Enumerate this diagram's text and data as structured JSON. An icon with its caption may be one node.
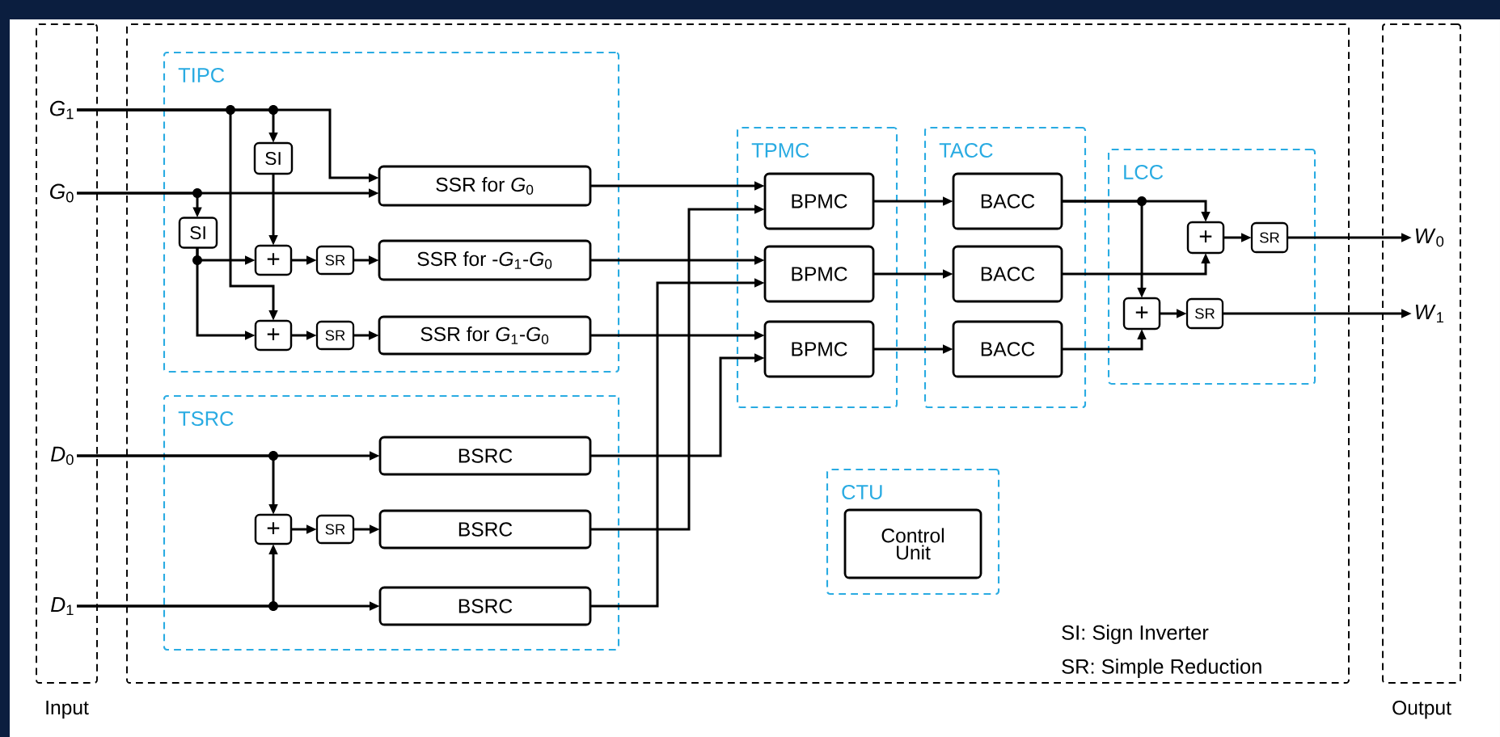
{
  "diagram": {
    "nodes": [
      {
        "text": [
          "Input"
        ]
      },
      {
        "text": [
          "*G*$_{1}$"
        ],
        "in": 0
      },
      {
        "text": [
          "*G*$_{0}$"
        ],
        "in": 0
      },
      {
        "text": [
          "*D*$_{0}$"
        ],
        "in": 0
      },
      {
        "text": [
          "*D*$_{1}$"
        ],
        "in": 0
      },
      {
        "text": [],
        "shape": "box"
      },
      {
        "text": [
          "TIPC"
        ],
        "in": 5
      },
      {
        "text": [
          "SI"
        ],
        "in": 6
      },
      {
        "text": [
          "SSR for *G*$_{0}$"
        ],
        "in": 6
      },
      {
        "text": [
          "SI"
        ],
        "in": 6
      },
      {
        "text": [
          "+"
        ],
        "in": 6
      },
      {
        "text": [
          "SR"
        ],
        "in": 6
      },
      {
        "text": [
          "SSR for -*G*$_{1}$-*G*$_{0}$"
        ],
        "in": 6
      },
      {
        "text": [
          "+"
        ],
        "in": 6
      },
      {
        "text": [
          "SR"
        ],
        "in": 6
      },
      {
        "text": [
          "SSR for *G*$_{1}$-*G*$_{0}$"
        ],
        "in": 6
      },
      {
        "text": [
          "TSRC"
        ],
        "in": 5
      },
      {
        "text": [
          "BSRC"
        ],
        "in": 16
      },
      {
        "text": [
          "+"
        ],
        "in": 16
      },
      {
        "text": [
          "SR"
        ],
        "in": 16
      },
      {
        "text": [
          "BSRC"
        ],
        "in": 16
      },
      {
        "text": [
          "BSRC"
        ],
        "in": 16
      },
      {
        "text": [
          "TPMC"
        ],
        "in": 5
      },
      {
        "text": [
          "BPMC"
        ],
        "in": 22
      },
      {
        "text": [
          "BPMC"
        ],
        "in": 22
      },
      {
        "text": [
          "BPMC"
        ],
        "in": 22
      },
      {
        "text": [
          "TACC"
        ],
        "in": 5
      },
      {
        "text": [
          "BACC"
        ],
        "in": 26
      },
      {
        "text": [
          "BACC"
        ],
        "in": 26
      },
      {
        "text": [
          "BACC"
        ],
        "in": 26
      },
      {
        "text": [
          "LCC"
        ],
        "in": 5
      },
      {
        "text": [
          "+"
        ],
        "in": 30
      },
      {
        "text": [
          "SR"
        ],
        "in": 30
      },
      {
        "text": [
          "+"
        ],
        "in": 30
      },
      {
        "text": [
          "SR"
        ],
        "in": 30
      },
      {
        "text": [
          "CTU"
        ],
        "in": 5
      },
      {
        "text": [
          "Control Unit"
        ],
        "in": 35
      },
      {
        "text": [
          "Output"
        ]
      },
      {
        "text": [
          "*W*$_{0}$"
        ],
        "in": 37
      },
      {
        "text": [
          "*W*$_{1}$"
        ],
        "in": 37
      }
    ],
    "edges": [
      {
        "from": 1,
        "to": 7,
        "arrow": "to"
      },
      {
        "from": 1,
        "to": 8,
        "arrow": "to"
      },
      {
        "from": 1,
        "to": 13,
        "arrow": "to"
      },
      {
        "from": 2,
        "to": 8,
        "arrow": "to"
      },
      {
        "from": 2,
        "to": 9,
        "arrow": "to"
      },
      {
        "from": 7,
        "to": 10,
        "arrow": "to"
      },
      {
        "from": 9,
        "to": 10,
        "arrow": "to"
      },
      {
        "from": 9,
        "to": 13,
        "arrow": "to"
      },
      {
        "from": 10,
        "to": 11,
        "arrow": "to"
      },
      {
        "from": 11,
        "to": 12,
        "arrow": "to"
      },
      {
        "from": 13,
        "to": 14,
        "arrow": "to"
      },
      {
        "from": 14,
        "to": 15,
        "arrow": "to"
      },
      {
        "from": 3,
        "to": 17,
        "arrow": "to"
      },
      {
        "from": 3,
        "to": 18,
        "arrow": "to"
      },
      {
        "from": 4,
        "to": 21,
        "arrow": "to"
      },
      {
        "from": 4,
        "to": 18,
        "arrow": "to"
      },
      {
        "from": 18,
        "to": 19,
        "arrow": "to"
      },
      {
        "from": 19,
        "to": 20,
        "arrow": "to"
      },
      {
        "from": 8,
        "to": 23,
        "arrow": "to"
      },
      {
        "from": 12,
        "to": 24,
        "arrow": "to"
      },
      {
        "from": 15,
        "to": 25,
        "arrow": "to"
      },
      {
        "from": 17,
        "to": 25,
        "arrow": "to"
      },
      {
        "from": 20,
        "to": 23,
        "arrow": "to"
      },
      {
        "from": 21,
        "to": 24,
        "arrow": "to"
      },
      {
        "from": 23,
        "to": 27,
        "arrow": "to"
      },
      {
        "from": 24,
        "to": 28,
        "arrow": "to"
      },
      {
        "from": 25,
        "to": 29,
        "arrow": "to"
      },
      {
        "from": 27,
        "to": 31,
        "arrow": "to"
      },
      {
        "from": 27,
        "to": 33,
        "arrow": "to"
      },
      {
        "from": 28,
        "to": 31,
        "arrow": "to"
      },
      {
        "from": 29,
        "to": 33,
        "arrow": "to"
      },
      {
        "from": 31,
        "to": 32,
        "arrow": "to"
      },
      {
        "from": 32,
        "to": 38,
        "arrow": "to"
      },
      {
        "from": 33,
        "to": 34,
        "arrow": "to"
      },
      {
        "from": 34,
        "to": 39,
        "arrow": "to"
      }
    ],
    "labels": [
      "SI: Sign Inverter",
      "SR: Simple Reduction"
    ]
  }
}
